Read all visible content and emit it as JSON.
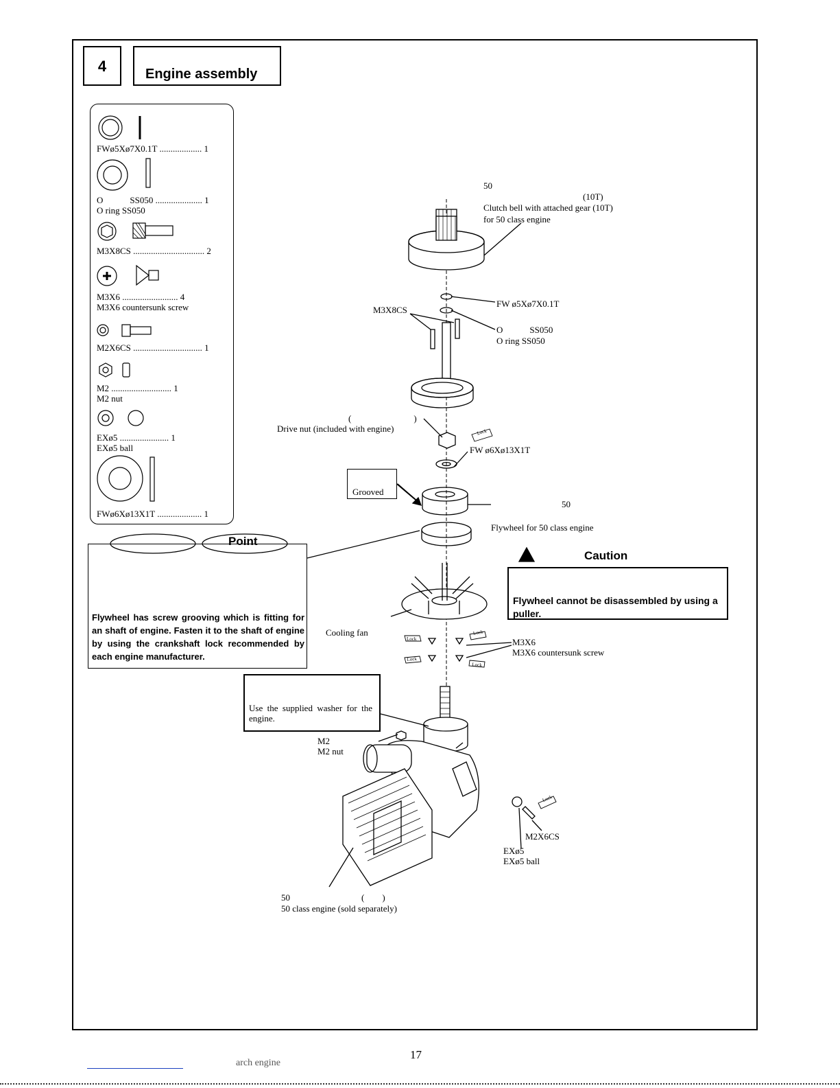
{
  "step": {
    "number": "4",
    "title": "Engine assembly"
  },
  "parts_list": [
    {
      "line1": "FWø5Xø7X0.1T ................... 1",
      "line2": ""
    },
    {
      "line1": "O　　　SS050 ..................... 1",
      "line2": "O ring SS050"
    },
    {
      "line1": "M3X8CS ................................ 2",
      "line2": ""
    },
    {
      "line1": "M3X6 ......................... 4",
      "line2": "M3X6 countersunk screw"
    },
    {
      "line1": "M2X6CS ............................... 1",
      "line2": ""
    },
    {
      "line1": "M2 ........................... 1",
      "line2": "M2 nut"
    },
    {
      "line1": "EXø5 ...................... 1",
      "line2": "EXø5  ball"
    },
    {
      "line1": "FWø6Xø13X1T .................... 1",
      "line2": ""
    }
  ],
  "labels": {
    "clutch_jp1": "50",
    "clutch_jp2": "(10T)",
    "clutch_en1": "Clutch bell with attached gear (10T)",
    "clutch_en2": "for 50 class engine",
    "fw5": "FW ø5Xø7X0.1T",
    "m3x8cs": "M3X8CS",
    "oring_jp": "O　　　SS050",
    "oring_en": "O ring SS050",
    "drive_jp": "(　　　　　　　)",
    "drive_en": "Drive nut (included with engine)",
    "fw6": "FW ø6Xø13X1T",
    "grooved": "Grooved",
    "flywheel_jp": "50",
    "flywheel_en": "Flywheel for 50 class engine",
    "caution_title": "Caution",
    "caution_text": "Flywheel cannot be disassembled by using a puller.",
    "point_title": "Point",
    "point_text": "Flywheel has screw grooving which is fitting for an shaft of engine. Fasten it to the shaft of engine by using the crankshaft lock recommended by each engine manufacturer.",
    "cooling_fan": "Cooling fan",
    "m3x6": "M3X6",
    "m3x6_en": "M3X6 countersunk screw",
    "washer_text": "Use  the  supplied   washer for the engine.",
    "m2": "M2",
    "m2_en": "M2 nut",
    "m2x6cs": "M2X6CS",
    "ex5": "EXø5",
    "ex5_en": "EXø5 ball",
    "engine_jp": "50　　　　　　　　(　　)",
    "engine_en": "50 class engine (sold separately)",
    "lock": "Lock"
  },
  "footer": {
    "page_number": "17",
    "watermark": "arch engine"
  }
}
